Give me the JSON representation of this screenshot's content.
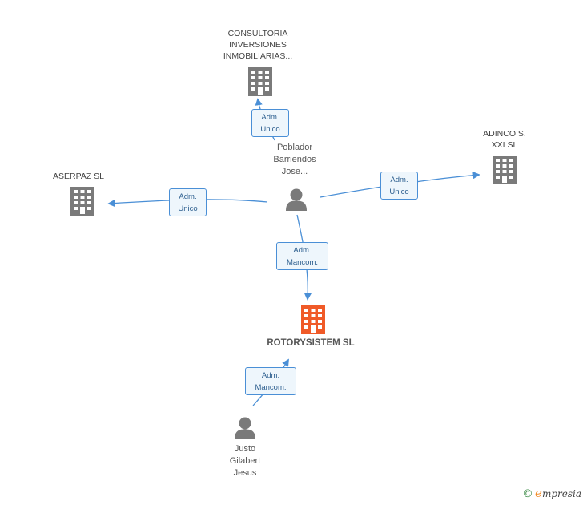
{
  "colors": {
    "edge": "#4a8fd6",
    "node_gray": "#7a7a7a",
    "node_main": "#f05a28",
    "label_bg": "#eef6fc"
  },
  "nodes": {
    "consultoria": {
      "lines": [
        "CONSULTORIA",
        "INVERSIONES",
        "INMOBILIARIAS..."
      ],
      "icon": "building-icon"
    },
    "adinco": {
      "lines": [
        "ADINCO S.",
        "XXI SL"
      ],
      "icon": "building-icon"
    },
    "aserpaz": {
      "lines": [
        "ASERPAZ SL"
      ],
      "icon": "building-icon"
    },
    "rotorysistem": {
      "lines": [
        "ROTORYSISTEM SL"
      ],
      "icon": "building-icon"
    },
    "poblador": {
      "lines": [
        "Poblador",
        "Barriendos",
        "Jose..."
      ],
      "icon": "person-icon"
    },
    "justo": {
      "lines": [
        "Justo",
        "Gilabert",
        "Jesus"
      ],
      "icon": "person-icon"
    }
  },
  "edges": {
    "to_consultoria": [
      "Adm.",
      "Unico"
    ],
    "to_adinco": [
      "Adm.",
      "Unico"
    ],
    "to_aserpaz": [
      "Adm.",
      "Unico"
    ],
    "to_rotorysistem_from_poblador": [
      "Adm.",
      "Mancom."
    ],
    "to_rotorysistem_from_justo": [
      "Adm.",
      "Mancom."
    ]
  },
  "footer": {
    "copyright": "©",
    "brand_initial": "e",
    "brand_rest": "mpresia"
  }
}
